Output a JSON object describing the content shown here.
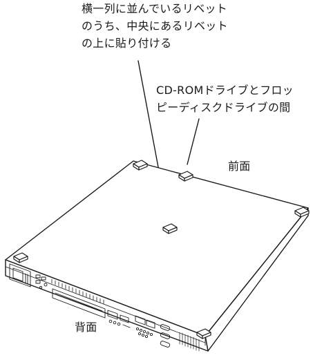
{
  "callouts": {
    "center_rivet_lines": [
      "横一列に並んでいるリベット",
      "のうち、中央にあるリベット",
      "の上に貼り付ける"
    ],
    "between_drives_lines": [
      "CD-ROMドライブとフロッ",
      "ピーディスクドライブの間"
    ]
  },
  "sides": {
    "front": "前面",
    "rear": "背面"
  },
  "colors": {
    "line": "#1a1a1a",
    "background": "#ffffff"
  }
}
